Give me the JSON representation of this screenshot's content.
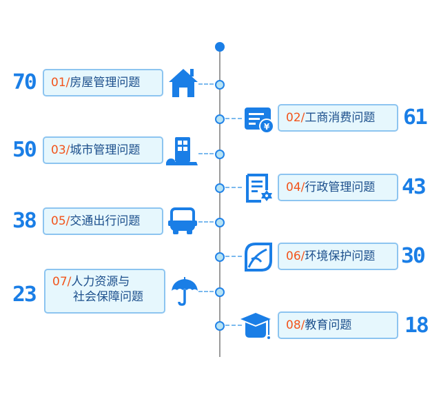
{
  "diagram": {
    "type": "timeline",
    "accent_color": "#1a7ee6",
    "number_color": "#f2541b",
    "items": [
      {
        "index": "01/",
        "label": "房屋管理问题",
        "value": "70",
        "icon": "house-icon",
        "side": "left"
      },
      {
        "index": "02/",
        "label": "工商消费问题",
        "value": "61",
        "icon": "payment-card-yen-icon",
        "side": "right"
      },
      {
        "index": "03/",
        "label": "城市管理问题",
        "value": "50",
        "icon": "building-icon",
        "side": "left"
      },
      {
        "index": "04/",
        "label": "行政管理问题",
        "value": "43",
        "icon": "document-gear-icon",
        "side": "right"
      },
      {
        "index": "05/",
        "label": "交通出行问题",
        "value": "38",
        "icon": "bus-icon",
        "side": "left"
      },
      {
        "index": "06/",
        "label": "环境保护问题",
        "value": "30",
        "icon": "leaf-icon",
        "side": "right"
      },
      {
        "index": "07/",
        "label_line1": "人力资源与",
        "label_line2": "社会保障问题",
        "value": "23",
        "icon": "umbrella-icon",
        "side": "left"
      },
      {
        "index": "08/",
        "label": "教育问题",
        "value": "18",
        "icon": "graduation-cap-icon",
        "side": "right"
      }
    ]
  }
}
